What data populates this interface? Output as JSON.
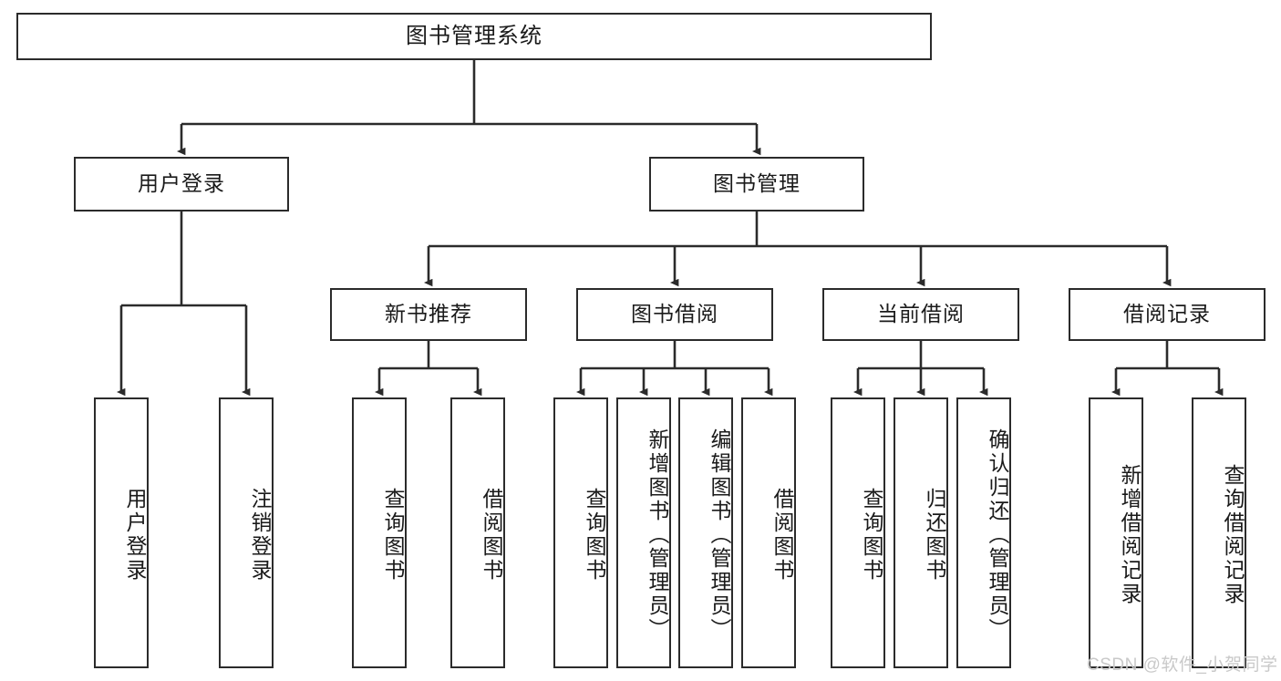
{
  "diagram": {
    "title": "图书管理系统",
    "type": "tree-hierarchy",
    "root": {
      "label": "图书管理系统"
    },
    "level2": [
      {
        "label": "用户登录"
      },
      {
        "label": "图书管理"
      }
    ],
    "level3": [
      {
        "label": "新书推荐"
      },
      {
        "label": "图书借阅"
      },
      {
        "label": "当前借阅"
      },
      {
        "label": "借阅记录"
      }
    ],
    "leaves": {
      "user_login": [
        {
          "label": "用户登录"
        },
        {
          "label": "注销登录"
        }
      ],
      "new_book_recommend": [
        {
          "label": "查询图书"
        },
        {
          "label": "借阅图书"
        }
      ],
      "book_borrow": [
        {
          "label": "查询图书"
        },
        {
          "label": "新增图书（管理员）"
        },
        {
          "label": "编辑图书（管理员）"
        },
        {
          "label": "借阅图书"
        }
      ],
      "current_borrow": [
        {
          "label": "查询图书"
        },
        {
          "label": "归还图书"
        },
        {
          "label": "确认归还（管理员）"
        }
      ],
      "borrow_record": [
        {
          "label": "新增借阅记录"
        },
        {
          "label": "查询借阅记录"
        }
      ]
    }
  },
  "watermark": {
    "text": "CSDN @软件_小贺同学"
  },
  "colors": {
    "stroke": "#2b2b2b",
    "text": "#1a1a1a",
    "background": "#ffffff",
    "watermark": "#c9c9c9"
  }
}
